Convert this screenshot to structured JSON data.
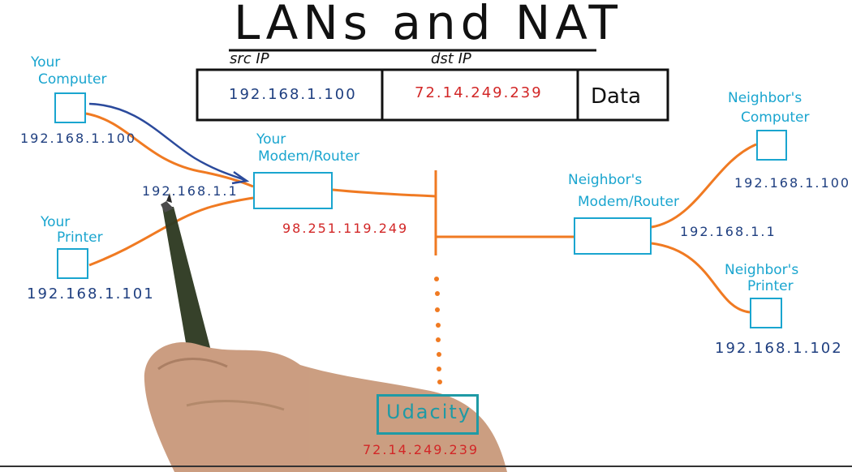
{
  "title": "LANs and NAT",
  "packet": {
    "src_header": "src IP",
    "dst_header": "dst IP",
    "src_ip": "192.168.1.100",
    "dst_ip": "72.14.249.239",
    "data_label": "Data"
  },
  "your_computer": {
    "label_line1": "Your",
    "label_line2": "Computer",
    "ip": "192.168.1.100"
  },
  "your_printer": {
    "label_line1": "Your",
    "label_line2": "Printer",
    "ip": "192.168.1.101"
  },
  "your_router": {
    "label_line1": "Your",
    "label_line2": "Modem/Router",
    "lan_ip": "192.168.1.1",
    "public_ip": "98.251.119.249"
  },
  "neighbor_router": {
    "label_line1": "Neighbor's",
    "label_line2": "Modem/Router",
    "lan_ip": "192.168.1.1"
  },
  "neighbor_computer": {
    "label_line1": "Neighbor's",
    "label_line2": "Computer",
    "ip": "192.168.1.100"
  },
  "neighbor_printer": {
    "label_line1": "Neighbor's",
    "label_line2": "Printer",
    "ip": "192.168.1.102"
  },
  "server": {
    "label": "Udacity",
    "ip": "72.14.249.239"
  },
  "colors": {
    "device": "#1aa5cf",
    "wire": "#f07a22",
    "private_ip": "#1f3f80",
    "public_ip": "#d22727",
    "ink": "#111111"
  }
}
